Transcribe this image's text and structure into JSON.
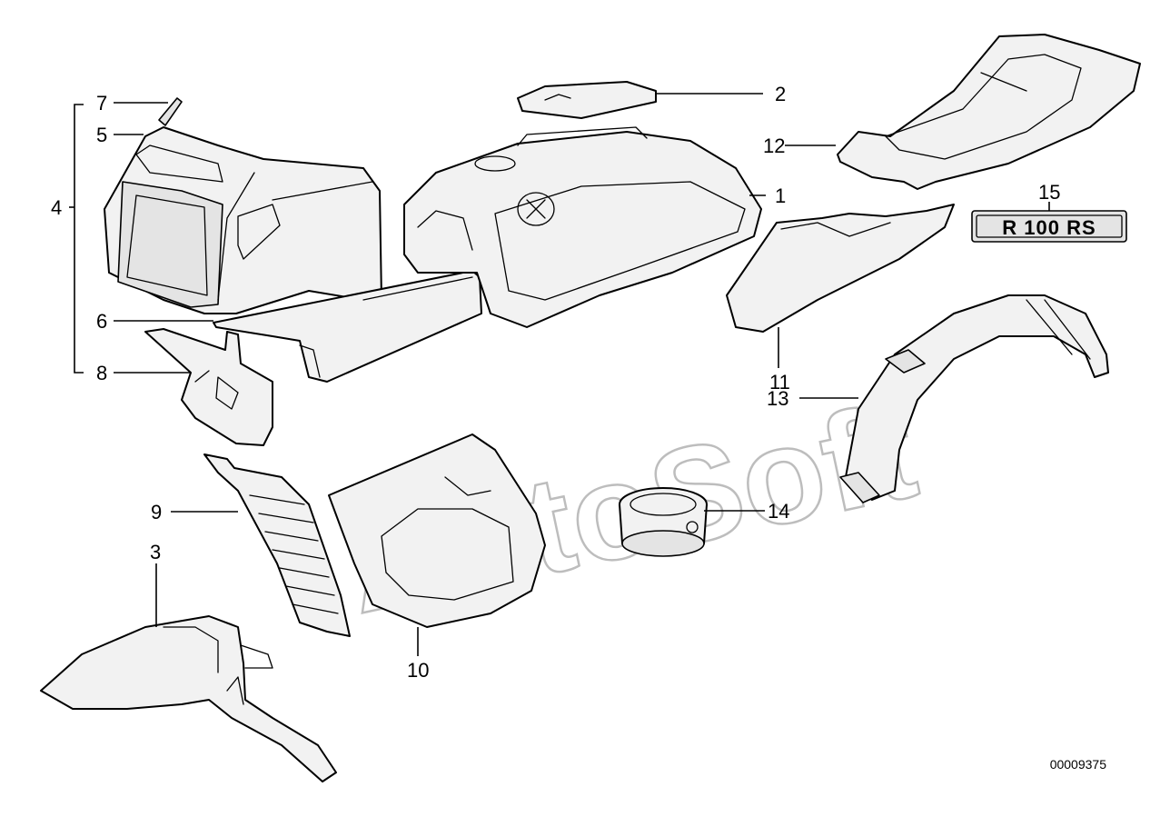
{
  "diagram": {
    "callouts": [
      {
        "id": "1",
        "label": "1"
      },
      {
        "id": "2",
        "label": "2"
      },
      {
        "id": "3",
        "label": "3"
      },
      {
        "id": "4",
        "label": "4"
      },
      {
        "id": "5",
        "label": "5"
      },
      {
        "id": "6",
        "label": "6"
      },
      {
        "id": "7",
        "label": "7"
      },
      {
        "id": "8",
        "label": "8"
      },
      {
        "id": "9",
        "label": "9"
      },
      {
        "id": "10",
        "label": "10"
      },
      {
        "id": "11",
        "label": "11"
      },
      {
        "id": "12",
        "label": "12"
      },
      {
        "id": "13",
        "label": "13"
      },
      {
        "id": "14",
        "label": "14"
      },
      {
        "id": "15",
        "label": "15"
      }
    ],
    "badge_text": "R 100 RS",
    "watermark": "AutoSoft",
    "doc_number": "00009375"
  }
}
